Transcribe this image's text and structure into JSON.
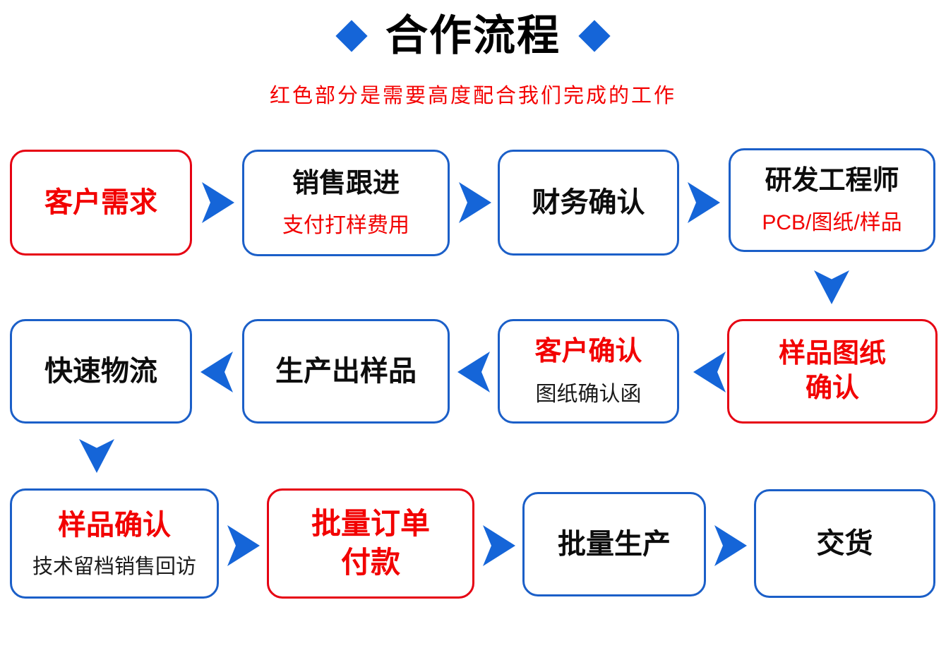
{
  "header": {
    "title": "合作流程",
    "subtitle": "红色部分是需要高度配合我们完成的工作"
  },
  "nodes": {
    "customer_need": {
      "title": "客户需求"
    },
    "sales_follow": {
      "title": "销售跟进",
      "subtitle": "支付打样费用"
    },
    "finance_confirm": {
      "title": "财务确认"
    },
    "rd_engineer": {
      "title": "研发工程师",
      "subtitle": "PCB/图纸/样品"
    },
    "sample_drawing_confirm": {
      "title": "样品图纸",
      "title2": "确认"
    },
    "customer_confirm": {
      "title": "客户确认",
      "subtitle": "图纸确认函"
    },
    "produce_sample": {
      "title": "生产出样品"
    },
    "fast_logistics": {
      "title": "快速物流"
    },
    "sample_confirm": {
      "title": "样品确认",
      "subtitle": "技术留档销售回访"
    },
    "bulk_order_payment": {
      "title": "批量订单",
      "title2": "付款"
    },
    "bulk_production": {
      "title": "批量生产"
    },
    "delivery": {
      "title": "交货"
    }
  },
  "colors": {
    "arrow_blue": "#1565d8",
    "border_blue": "#1b5fc8",
    "border_red": "#e60012",
    "text_red": "#f20000",
    "text_black": "#0d0d0d"
  }
}
